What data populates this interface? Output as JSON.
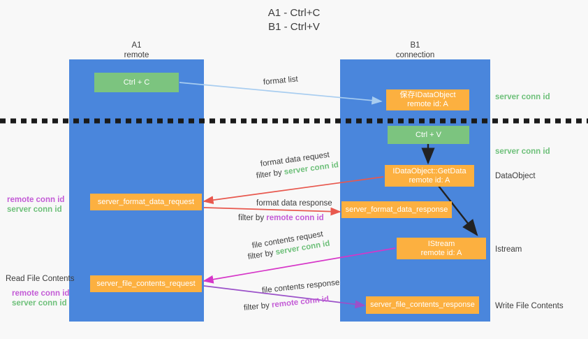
{
  "title": {
    "line1": "A1 - Ctrl+C",
    "line2": "B1 - Ctrl+V"
  },
  "columns": [
    {
      "name": "A1",
      "role": "remote"
    },
    {
      "name": "B1",
      "role": "connection"
    }
  ],
  "colors": {
    "lane": "#4a86dc",
    "box_orange": "#fcb040",
    "box_green": "#7cc47f",
    "server_conn": "#6ec07a",
    "remote_conn": "#c35bd6",
    "background": "#f8f8f8",
    "arrow_blue": "#a8cdf0",
    "arrow_red": "#e8584e",
    "arrow_magenta": "#d636c8",
    "arrow_purple": "#9b51c9",
    "arrow_black": "#222222"
  },
  "boxes": {
    "ctrl_c": "Ctrl + C",
    "ctrl_v": "Ctrl + V",
    "save_idataobject": {
      "line1": "保存IDataObject",
      "line2": "remote id: A"
    },
    "getdata": {
      "line1": "IDataObject::GetData",
      "line2": "remote id: A"
    },
    "istream": {
      "line1": "IStream",
      "line2": "remote id: A"
    },
    "format_data_request": "server_format_data_request",
    "format_data_response": "server_format_data_response",
    "file_contents_request": "server_file_contents_request",
    "file_contents_response": "server_file_contents_response"
  },
  "right_labels": {
    "server_conn_1": "server conn id",
    "server_conn_2": "server conn id",
    "dataobject": "DataObject",
    "istream": "Istream",
    "write_file_contents": "Write File Contents"
  },
  "left_labels": {
    "remote_conn_1": "remote conn id",
    "server_conn_1": "server conn id",
    "read_file_contents": "Read File Contents",
    "remote_conn_2": "remote conn id",
    "server_conn_2": "server conn id"
  },
  "arrow_labels": {
    "format_list": "format list",
    "format_data_request": "format data request",
    "format_data_request_filter_pre": "filter by ",
    "format_data_request_filter_key": "server conn id",
    "format_data_response": "format data response",
    "format_data_response_filter_pre": "filter by ",
    "format_data_response_filter_key": "remote conn id",
    "file_contents_request": "file contents request",
    "file_contents_request_filter_pre": "filter by ",
    "file_contents_request_filter_key": "server conn id",
    "file_contents_response": "file contents response",
    "file_contents_response_filter_pre": "filter by ",
    "file_contents_response_filter_key": "remote conn id"
  }
}
